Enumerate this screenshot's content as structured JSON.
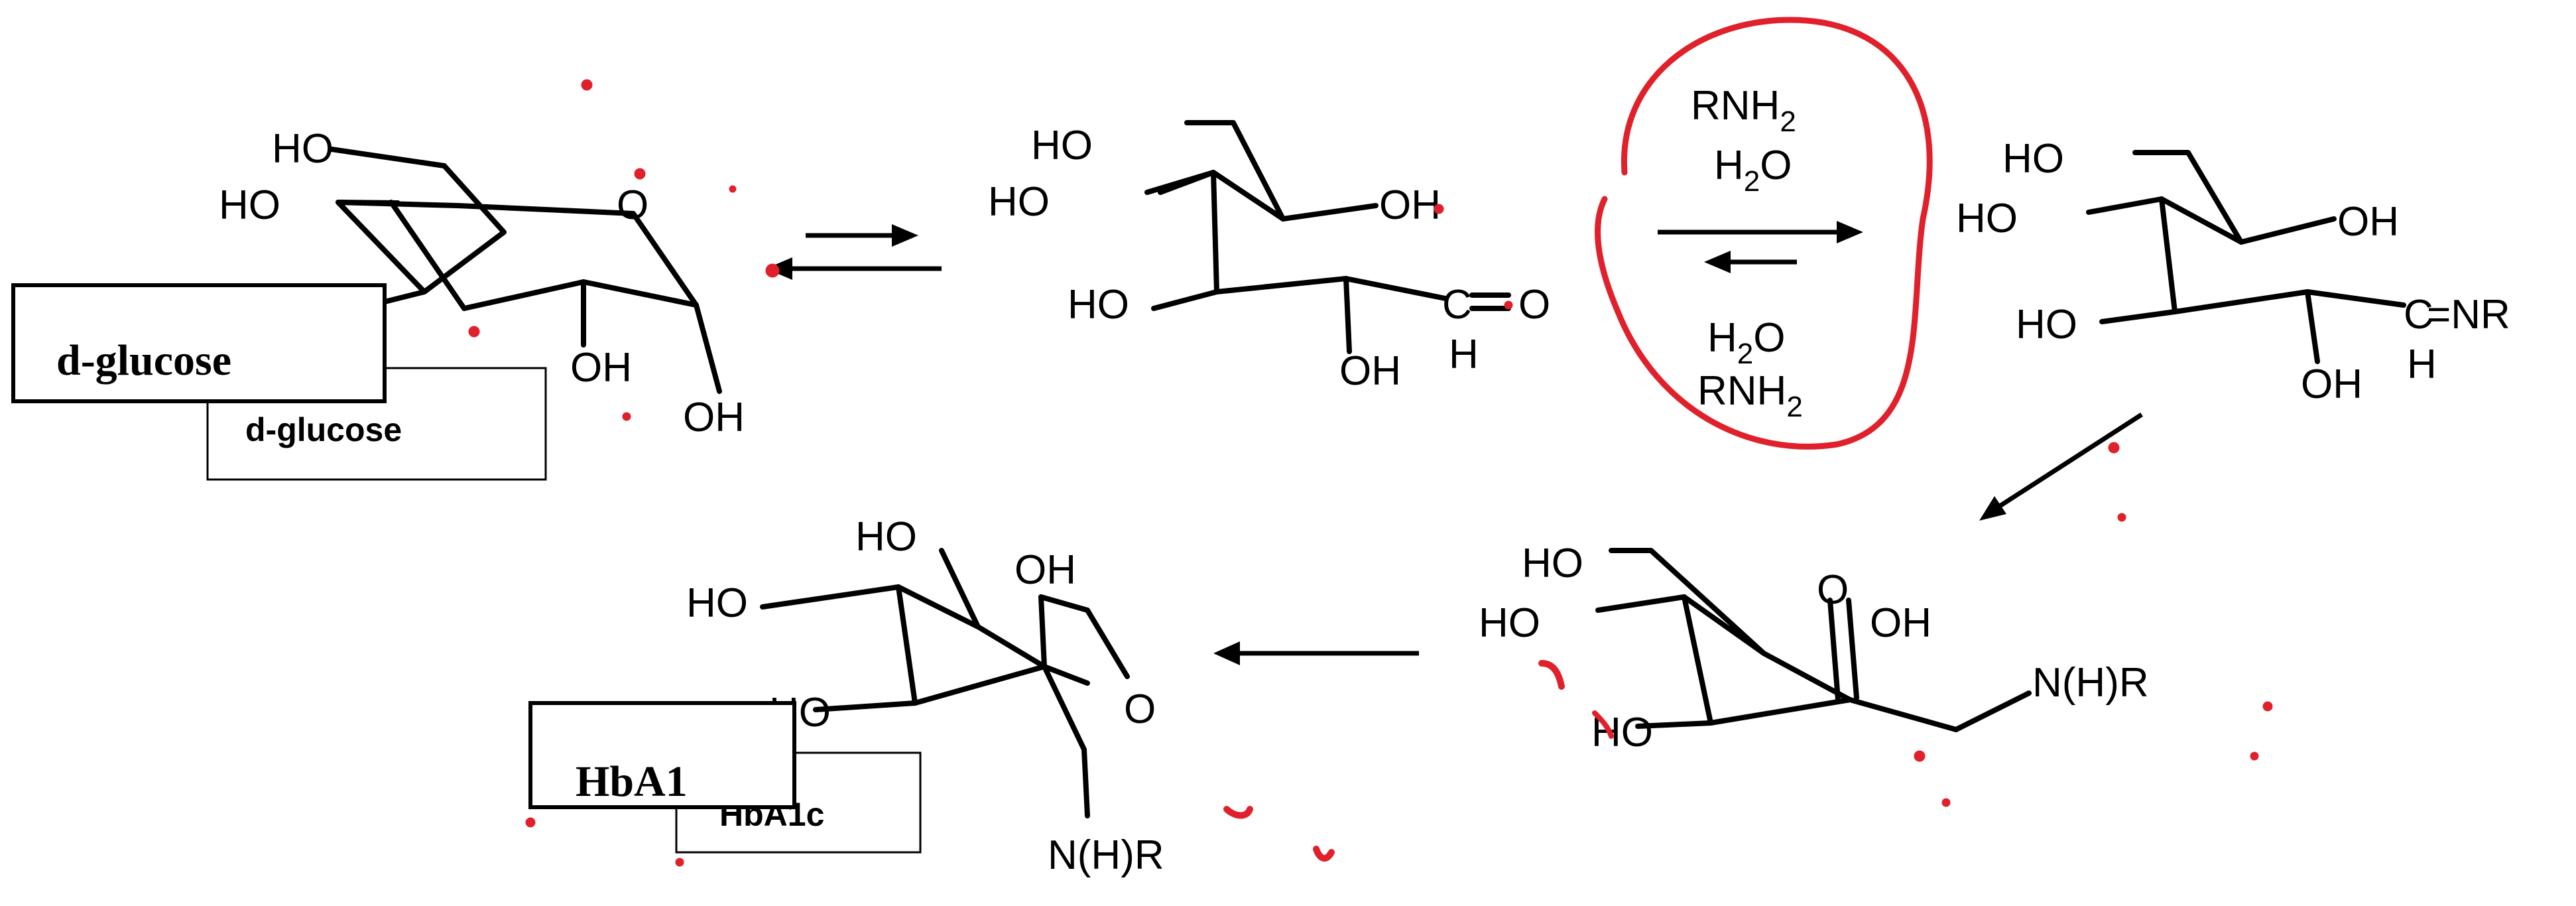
{
  "labels": {
    "ho": "HO",
    "oh": "OH",
    "o": "O",
    "h": "H",
    "nr": "=NR",
    "c": "C",
    "nhr": "N(H)R"
  },
  "reagents": {
    "top_line1": "RNH",
    "top_line2": "H",
    "top_line2b": "O",
    "bottom_line1": "H",
    "bottom_line1b": "O",
    "bottom_line2": "RNH",
    "sub2": "2"
  },
  "captions": {
    "glucose_front": "d-glucose",
    "glucose_back": "d-glucose",
    "hba1_front": "HbA1",
    "hba1c_back": "HbA1c"
  },
  "colors": {
    "ink": "#000000",
    "annotation": "#e0212b"
  }
}
